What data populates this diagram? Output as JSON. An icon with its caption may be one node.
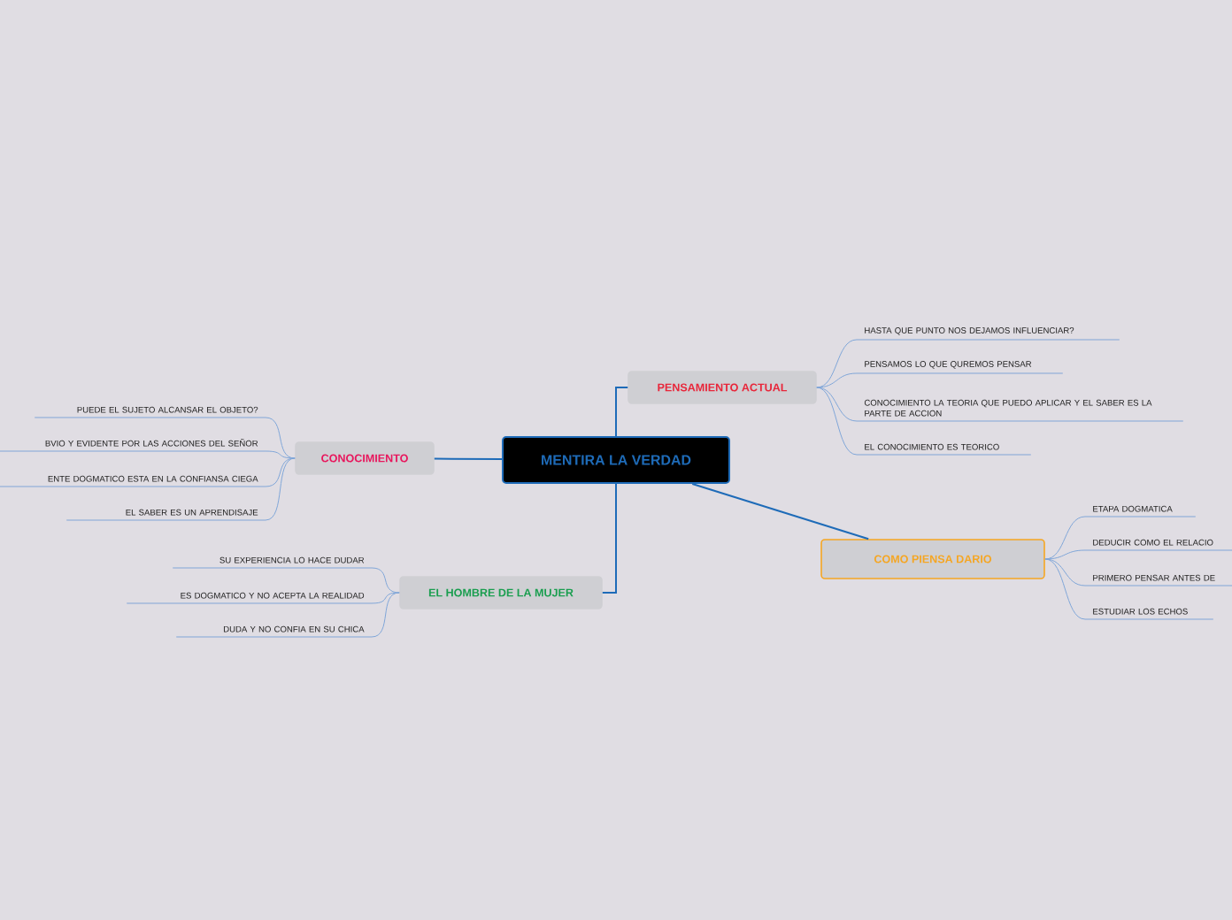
{
  "diagram": {
    "nodes": [
      {
        "text": [
          "MENTIRA LA VERDAD"
        ]
      },
      {
        "text": [
          "PENSAMIENTO ACTUAL"
        ]
      },
      {
        "text": [
          "HASTA QUE PUNTO NOS DEJAMOS INFLUENCIAR?"
        ]
      },
      {
        "text": [
          "PENSAMOS LO QUE QUREMOS PENSAR"
        ]
      },
      {
        "text": [
          "CONOCIMIENTO LA TEORIA QUE PUEDO APLICAR Y EL SABER ES LA PARTE DE ACCION"
        ]
      },
      {
        "text": [
          "EL CONOCIMIENTO ES TEORICO"
        ]
      },
      {
        "text": [
          "COMO PIENSA DARIO"
        ]
      },
      {
        "text": [
          "ETAPA DOGMATICA"
        ]
      },
      {
        "text": [
          "DEDUCIR COMO EL RELACIO"
        ]
      },
      {
        "text": [
          "PRIMERO PENSAR ANTES DE"
        ]
      },
      {
        "text": [
          "ESTUDIAR LOS ECHOS"
        ]
      },
      {
        "text": [
          "EL HOMBRE DE LA MUJER"
        ]
      },
      {
        "text": [
          "SU EXPERIENCIA LO HACE DUDAR"
        ]
      },
      {
        "text": [
          "ES DOGMATICO Y NO ACEPTA LA REALIDAD"
        ]
      },
      {
        "text": [
          "DUDA Y NO CONFIA EN SU CHICA"
        ]
      },
      {
        "text": [
          "CONOCIMIENTO"
        ]
      },
      {
        "text": [
          "PUEDE EL SUJETO ALCANSAR EL OBJETO?"
        ]
      },
      {
        "text": [
          "BVIO Y EVIDENTE POR LAS ACCIONES DEL SEÑOR"
        ]
      },
      {
        "text": [
          "ENTE DOGMATICO ESTA EN LA CONFIANSA CIEGA"
        ]
      },
      {
        "text": [
          "EL SABER ES UN APRENDISAJE"
        ]
      }
    ],
    "edges": [
      {
        "from": 0,
        "to": 1,
        "arrow": "none",
        "color": "#1e6bb8"
      },
      {
        "from": 1,
        "to": 2,
        "arrow": "none"
      },
      {
        "from": 1,
        "to": 3,
        "arrow": "none"
      },
      {
        "from": 1,
        "to": 4,
        "arrow": "none"
      },
      {
        "from": 1,
        "to": 5,
        "arrow": "none"
      },
      {
        "from": 0,
        "to": 6,
        "arrow": "none",
        "color": "#1e6bb8"
      },
      {
        "from": 6,
        "to": 7,
        "arrow": "none"
      },
      {
        "from": 6,
        "to": 8,
        "arrow": "none"
      },
      {
        "from": 6,
        "to": 9,
        "arrow": "none"
      },
      {
        "from": 6,
        "to": 10,
        "arrow": "none"
      },
      {
        "from": 0,
        "to": 11,
        "arrow": "none",
        "color": "#1e6bb8"
      },
      {
        "from": 11,
        "to": 12,
        "arrow": "none"
      },
      {
        "from": 11,
        "to": 13,
        "arrow": "none"
      },
      {
        "from": 11,
        "to": 14,
        "arrow": "none"
      },
      {
        "from": 0,
        "to": 15,
        "arrow": "none",
        "color": "#1e6bb8"
      },
      {
        "from": 15,
        "to": 16,
        "arrow": "none"
      },
      {
        "from": 15,
        "to": 17,
        "arrow": "none"
      },
      {
        "from": 15,
        "to": 18,
        "arrow": "none"
      },
      {
        "from": 15,
        "to": 19,
        "arrow": "none"
      }
    ]
  }
}
